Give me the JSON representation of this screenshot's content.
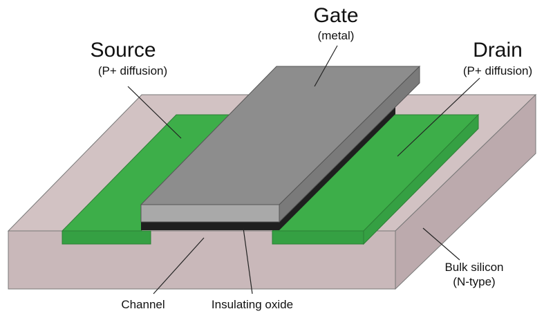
{
  "labels": {
    "gate": {
      "title": "Gate",
      "subtitle": "(metal)"
    },
    "source": {
      "title": "Source",
      "subtitle": "(P+ diffusion)"
    },
    "drain": {
      "title": "Drain",
      "subtitle": "(P+ diffusion)"
    },
    "bulk": {
      "line1": "Bulk silicon",
      "line2": "(N-type)"
    },
    "channel": "Channel",
    "oxide": "Insulating oxide"
  },
  "colors": {
    "substrate_top": "#d2c2c3",
    "substrate_front": "#c9b8ba",
    "substrate_side": "#bcaaad",
    "diffusion": "#3dae49",
    "diffusion_front": "#35a043",
    "gate_top": "#8d8d8d",
    "gate_front": "#a9a9a9",
    "gate_side": "#7a7a7a",
    "oxide": "#1f1f1f",
    "outline": "#666666"
  }
}
